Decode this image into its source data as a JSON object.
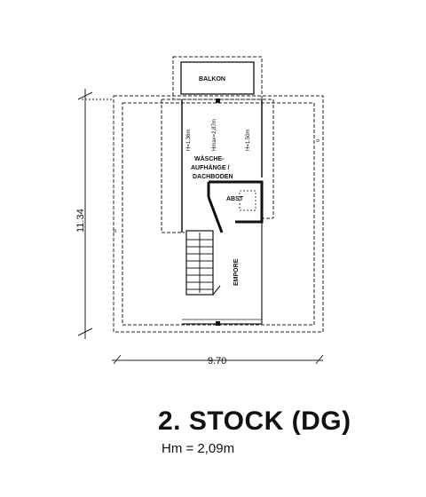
{
  "drawing": {
    "title": "2. STOCK (DG)",
    "subtitle": "Hm = 2,09m"
  },
  "rooms": {
    "balcony": "BALKON",
    "laundry_line1": "WÄSCHE-",
    "laundry_line2": "AUFHÄNGE /",
    "laundry_line3": "DACHBODEN",
    "storage": "ABST",
    "gallery": "EMPORE"
  },
  "heights": {
    "left": "H=1,36m",
    "center": "Hmax=2,87m",
    "right": "H=1,50m"
  },
  "dimensions": {
    "height": "11.34",
    "width": "9.70"
  },
  "marks": {
    "circle_left": "o",
    "circle_right": "o"
  }
}
